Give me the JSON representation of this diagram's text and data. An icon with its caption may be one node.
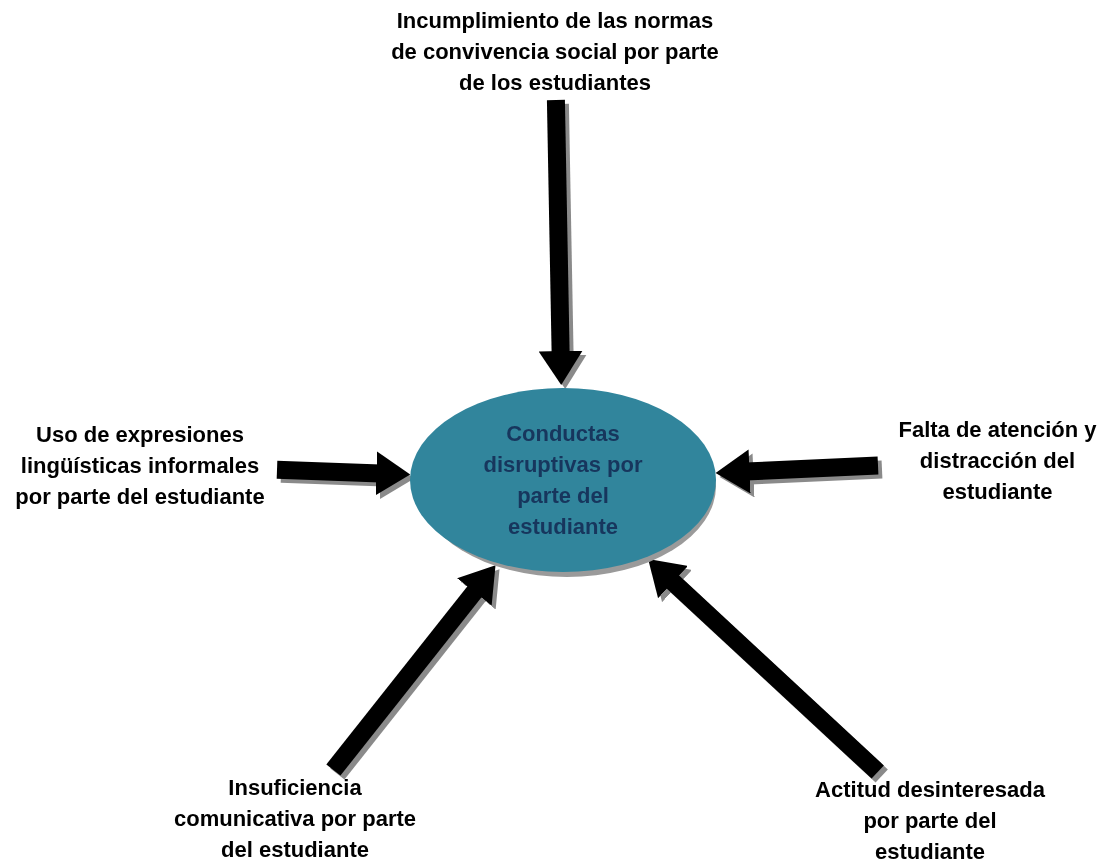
{
  "diagram": {
    "nodes": [
      {
        "text": [
          "Conductas disruptivas por parte del estudiante"
        ]
      },
      {
        "text": [
          "Incumplimiento de las normas de convivencia social por parte de los estudiantes"
        ]
      },
      {
        "text": [
          "Uso de expresiones lingüísticas informales por parte del estudiante"
        ]
      },
      {
        "text": [
          "Falta de atención y distracción del estudiante"
        ]
      },
      {
        "text": [
          "Insuficiencia comunicativa por parte del estudiante"
        ]
      },
      {
        "text": [
          "Actitud desinteresada por parte del estudiante"
        ]
      }
    ],
    "edges": [
      {
        "from": 1,
        "to": 0,
        "arrow": "to"
      },
      {
        "from": 2,
        "to": 0,
        "arrow": "to"
      },
      {
        "from": 3,
        "to": 0,
        "arrow": "to"
      },
      {
        "from": 4,
        "to": 0,
        "arrow": "to"
      },
      {
        "from": 5,
        "to": 0,
        "arrow": "to"
      }
    ]
  }
}
